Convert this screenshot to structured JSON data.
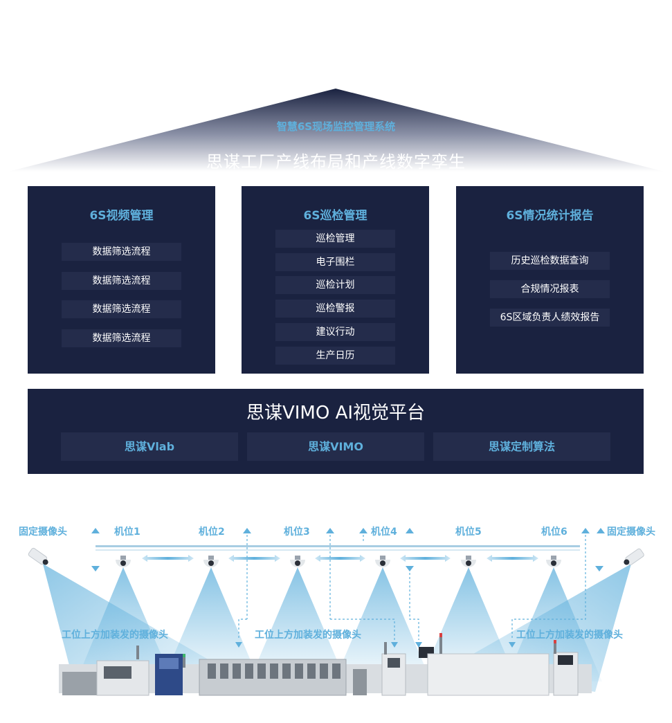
{
  "header": {
    "system_title": "智慧6S现场监控管理系统",
    "subtitle": "思谋工厂产线布局和产线数字孪生"
  },
  "modules": [
    {
      "title": "6S视频管理",
      "items": [
        "数据筛选流程",
        "数据筛选流程",
        "数据筛选流程",
        "数据筛选流程"
      ]
    },
    {
      "title": "6S巡检管理",
      "items": [
        "巡检管理",
        "电子围栏",
        "巡检计划",
        "巡检警报",
        "建议行动",
        "生产日历"
      ]
    },
    {
      "title": "6S情况统计报告",
      "items": [
        "历史巡检数据查询",
        "合规情况报表",
        "6S区域负责人绩效报告"
      ]
    }
  ],
  "platform": {
    "title": "思谋VIMO AI视觉平台",
    "items": [
      "思谋Vlab",
      "思谋VIMO",
      "思谋定制算法"
    ]
  },
  "floor": {
    "fixed_camera_left": "固定摄像头",
    "fixed_camera_right": "固定摄像头",
    "stations": [
      "机位1",
      "机位2",
      "机位3",
      "机位4",
      "机位5",
      "机位6"
    ],
    "mounted_camera_labels": [
      "工位上方加装发的摄像头",
      "工位上方加装发的摄像头",
      "工位上方加装发的摄像头"
    ]
  },
  "colors": {
    "panel_bg": "#1a2240",
    "item_bg": "#242c4b",
    "accent": "#5fb0dc"
  }
}
